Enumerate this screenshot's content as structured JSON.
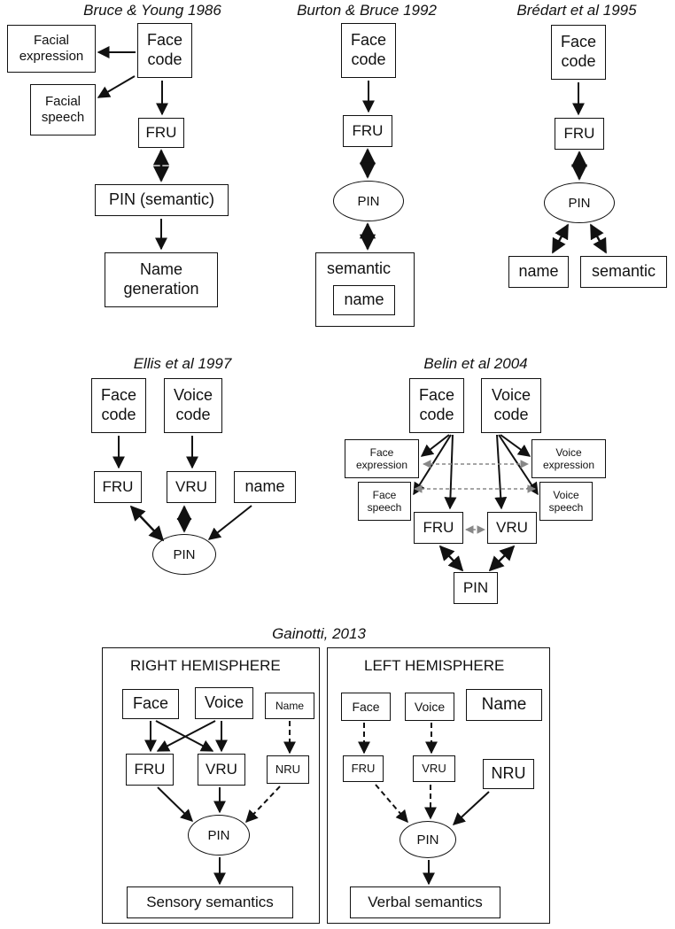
{
  "bruce_young": {
    "title": "Bruce & Young 1986",
    "facial_expression": "Facial\nexpression",
    "face_code": "Face\ncode",
    "facial_speech": "Facial\nspeech",
    "fru": "FRU",
    "pin": "PIN (semantic)",
    "name_generation": "Name\ngeneration"
  },
  "burton_bruce": {
    "title": "Burton & Bruce 1992",
    "face_code": "Face\ncode",
    "fru": "FRU",
    "pin": "PIN",
    "semantic": "semantic",
    "name": "name"
  },
  "bredart": {
    "title": "Brédart et al 1995",
    "face_code": "Face\ncode",
    "fru": "FRU",
    "pin": "PIN",
    "name": "name",
    "semantic": "semantic"
  },
  "ellis": {
    "title": "Ellis et al 1997",
    "face_code": "Face\ncode",
    "voice_code": "Voice\ncode",
    "fru": "FRU",
    "vru": "VRU",
    "name": "name",
    "pin": "PIN"
  },
  "belin": {
    "title": "Belin et al 2004",
    "face_code": "Face\ncode",
    "voice_code": "Voice\ncode",
    "face_expression": "Face\nexpression",
    "voice_expression": "Voice\nexpression",
    "face_speech": "Face\nspeech",
    "voice_speech": "Voice\nspeech",
    "fru": "FRU",
    "vru": "VRU",
    "pin": "PIN"
  },
  "gainotti": {
    "title": "Gainotti, 2013",
    "right": {
      "heading": "RIGHT HEMISPHERE",
      "face": "Face",
      "voice": "Voice",
      "name": "Name",
      "fru": "FRU",
      "vru": "VRU",
      "nru": "NRU",
      "pin": "PIN",
      "semantics": "Sensory semantics"
    },
    "left": {
      "heading": "LEFT HEMISPHERE",
      "face": "Face",
      "voice": "Voice",
      "name": "Name",
      "fru": "FRU",
      "vru": "VRU",
      "nru": "NRU",
      "pin": "PIN",
      "semantics": "Verbal semantics"
    }
  },
  "colors": {
    "ink": "#111111",
    "grey_link": "#888888"
  }
}
